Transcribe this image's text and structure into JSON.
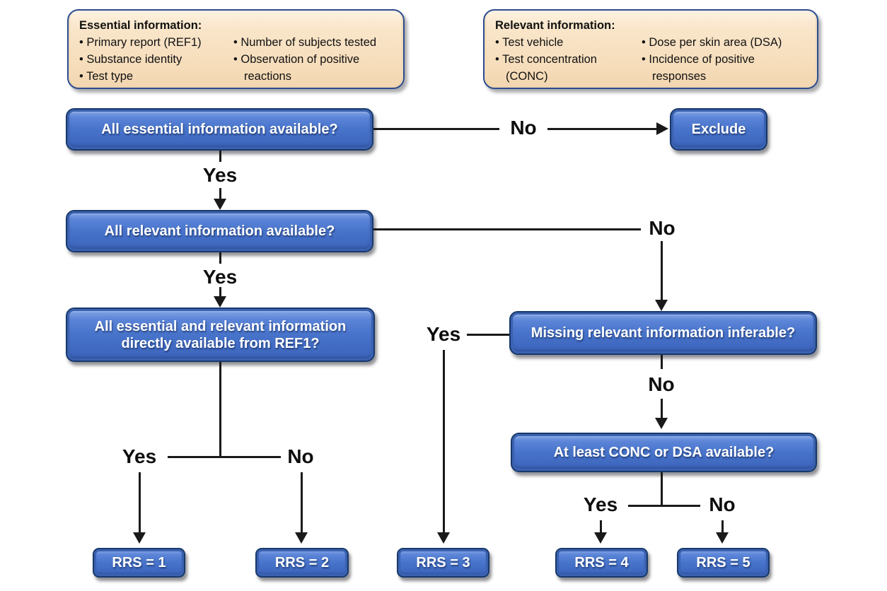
{
  "info_boxes": {
    "essential": {
      "title": "Essential information:",
      "items_col1": [
        "Primary report (REF1)",
        "Substance identity",
        "Test type"
      ],
      "items_col2": [
        "Number of subjects tested",
        "Observation of positive reactions"
      ]
    },
    "relevant": {
      "title": "Relevant information:",
      "items_col1": [
        "Test vehicle",
        "Test concentration (CONC)"
      ],
      "items_col2": [
        "Dose per skin area (DSA)",
        "Incidence of positive responses"
      ]
    }
  },
  "nodes": {
    "all_essential_available": "All essential information available?",
    "exclude": "Exclude",
    "all_relevant_available": "All relevant information available?",
    "directly_from_ref1": "All essential and relevant information directly available from REF1?",
    "missing_inferable": "Missing relevant information inferable?",
    "conc_or_dsa": "At least CONC or DSA available?",
    "rrs1": "RRS = 1",
    "rrs2": "RRS = 2",
    "rrs3": "RRS = 3",
    "rrs4": "RRS = 4",
    "rrs5": "RRS = 5"
  },
  "edge_labels": {
    "essential_no": "No",
    "essential_yes": "Yes",
    "relevant_no": "No",
    "relevant_yes": "Yes",
    "ref1_yes": "Yes",
    "ref1_no": "No",
    "inferable_yes": "Yes",
    "inferable_no": "No",
    "conc_dsa_yes": "Yes",
    "conc_dsa_no": "No"
  },
  "colors": {
    "node_fill": "#4a76cb",
    "node_border": "#17386b",
    "info_fill": "#f7dfbf",
    "info_border": "#2d4b8e",
    "connector": "#1a1a1a",
    "node_text": "#ffffff",
    "background": "#ffffff"
  }
}
